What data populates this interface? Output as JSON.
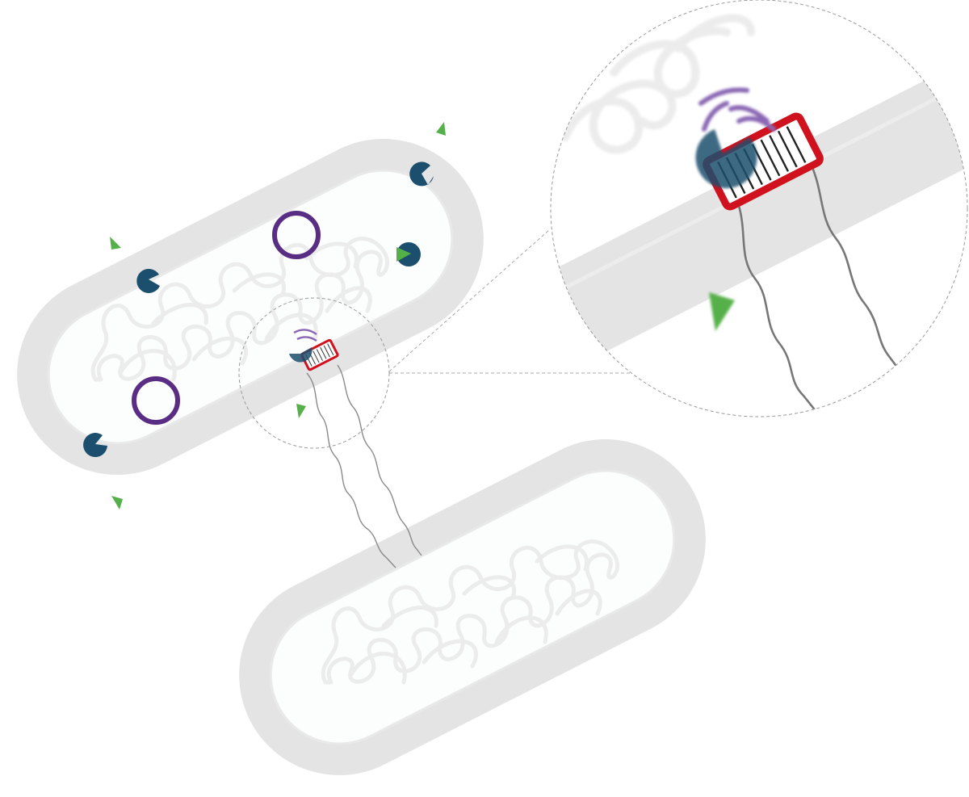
{
  "colors": {
    "cell_wall": "#e4e4e4",
    "cell_interior": "#fcfdfd",
    "dna_strand": "#ececec",
    "protein_blue": "#1b4f6d",
    "ligand_green": "#56b04a",
    "ring_purple": "#5a2d85",
    "arc_purple": "#8a68b4",
    "channel_red": "#d0111e"
  },
  "icons": {
    "protein": "pacman-shape",
    "ligand": "triangle",
    "plasmid": "ring",
    "pore": "channel-complex"
  }
}
